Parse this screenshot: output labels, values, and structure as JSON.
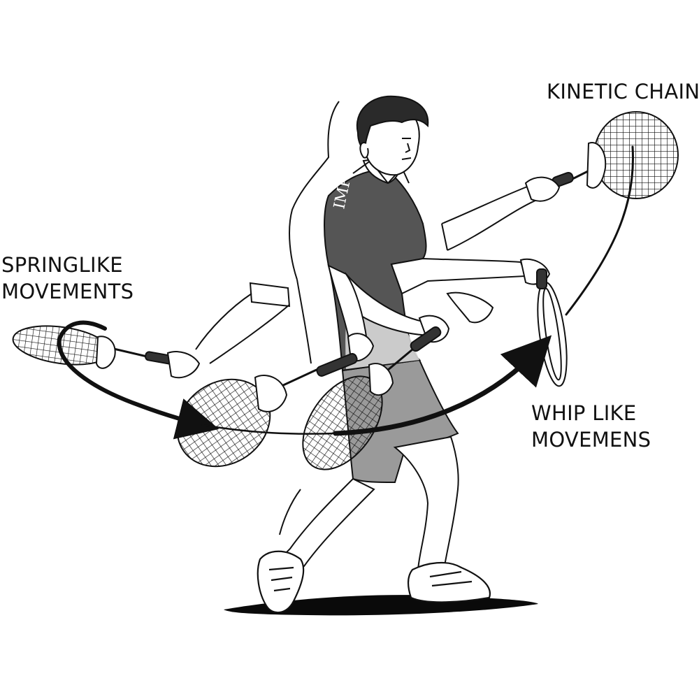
{
  "labels": {
    "kinetic_chain": "KINETIC CHAIN",
    "springlike": [
      "SPRINGLIKE",
      "MOVEMENTS"
    ],
    "whiplike": [
      "WHIP LIKE",
      "MOVEMENS"
    ]
  },
  "shirt_print": "IMPORTANT",
  "colors": {
    "ink": "#111111",
    "shorts": "#9a9a9a",
    "shirt": "#555555",
    "grip": "#333333",
    "shadow": "#0a0a0a"
  }
}
